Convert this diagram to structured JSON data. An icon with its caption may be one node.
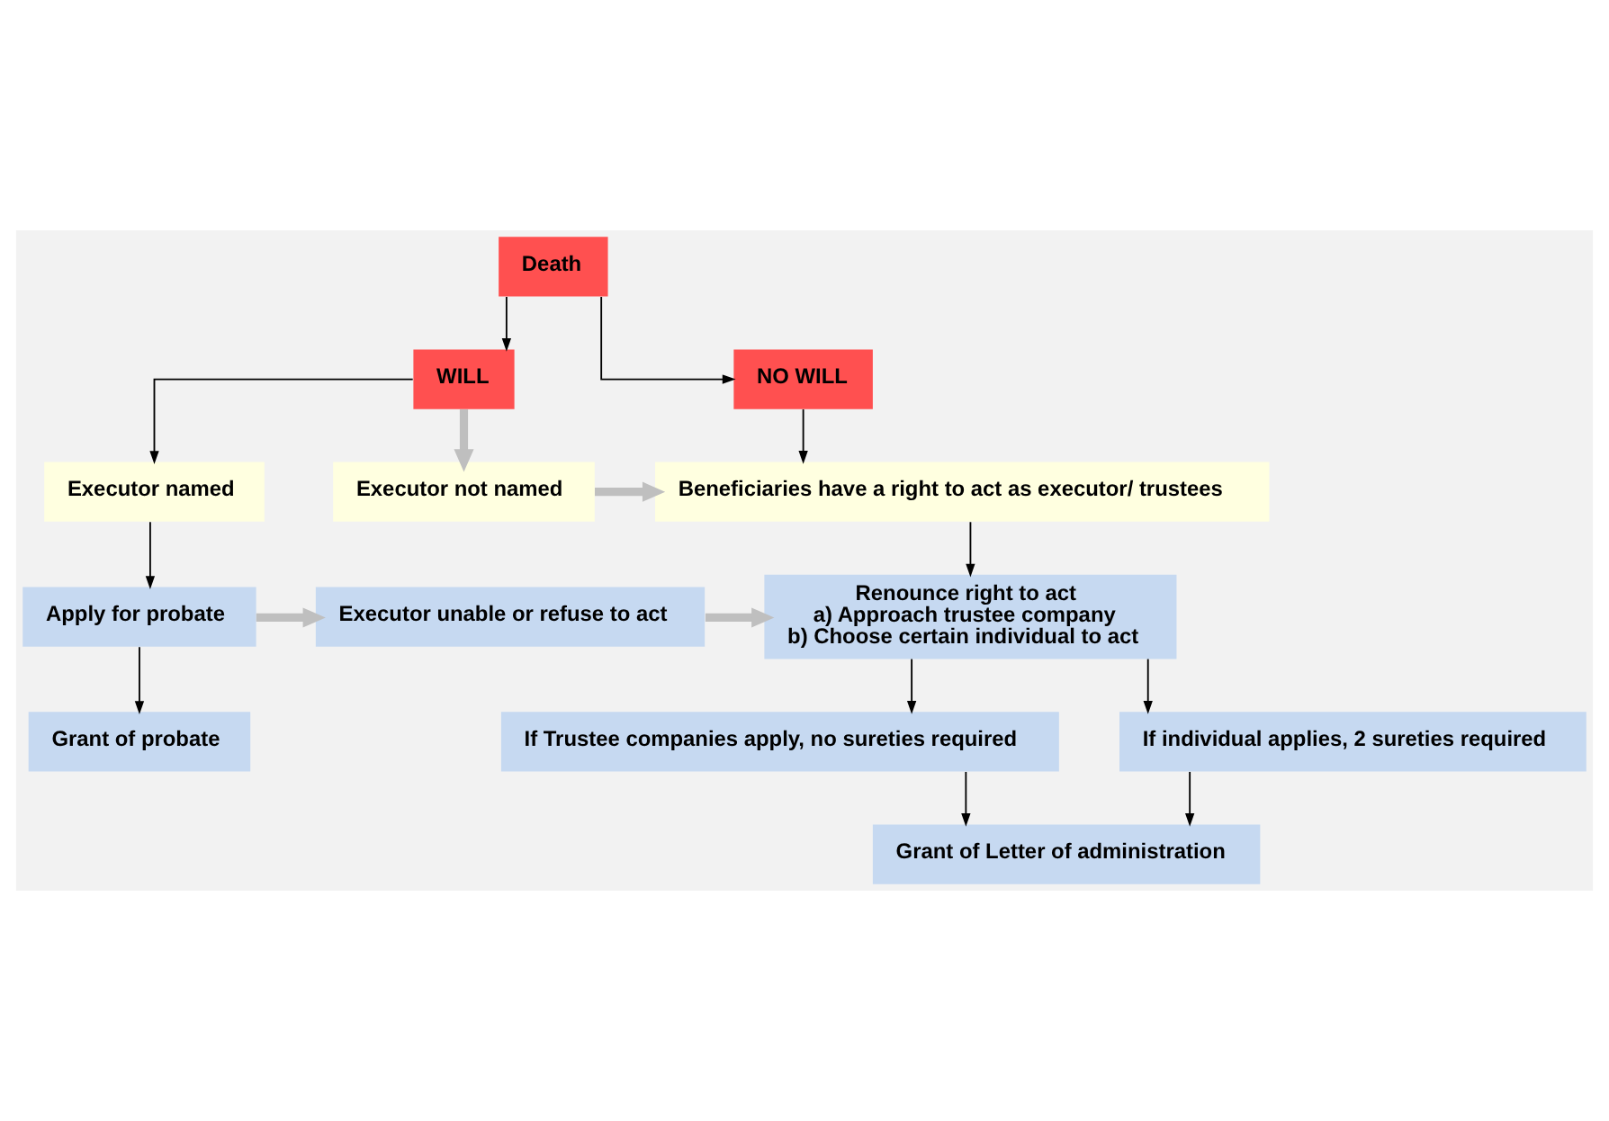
{
  "diagram": {
    "nodes": [
      {
        "text": [
          "Death"
        ]
      },
      {
        "text": [
          "WILL"
        ]
      },
      {
        "text": [
          "NO WILL"
        ]
      },
      {
        "text": [
          "Executor named"
        ]
      },
      {
        "text": [
          "Executor not named"
        ]
      },
      {
        "text": [
          "Beneficiaries have a right to act as executor/ trustees"
        ]
      },
      {
        "text": [
          "Apply for probate"
        ]
      },
      {
        "text": [
          "Executor unable or refuse to act"
        ]
      },
      {
        "text": [
          "Renounce right to act",
          "a) Approach trustee company",
          "b) Choose certain individual to act"
        ]
      },
      {
        "text": [
          "Grant of probate"
        ]
      },
      {
        "text": [
          "If Trustee companies apply, no sureties required"
        ]
      },
      {
        "text": [
          "If individual applies, 2 sureties required"
        ]
      },
      {
        "text": [
          "Grant of Letter of administration"
        ]
      }
    ],
    "edges": [
      {
        "from": 0,
        "to": 1,
        "arrow": "to"
      },
      {
        "from": 0,
        "to": 2,
        "arrow": "to"
      },
      {
        "from": 1,
        "to": 3,
        "arrow": "to"
      },
      {
        "from": 1,
        "to": 4,
        "arrow": "to",
        "style": "thick",
        "color": "#bfbfbf"
      },
      {
        "from": 2,
        "to": 5,
        "arrow": "to"
      },
      {
        "from": 4,
        "to": 5,
        "arrow": "to",
        "style": "thick",
        "color": "#bfbfbf"
      },
      {
        "from": 3,
        "to": 6,
        "arrow": "to"
      },
      {
        "from": 6,
        "to": 7,
        "arrow": "to",
        "style": "thick",
        "color": "#bfbfbf"
      },
      {
        "from": 5,
        "to": 8,
        "arrow": "to"
      },
      {
        "from": 7,
        "to": 8,
        "arrow": "to",
        "style": "thick",
        "color": "#bfbfbf"
      },
      {
        "from": 6,
        "to": 9,
        "arrow": "to"
      },
      {
        "from": 8,
        "to": 10,
        "arrow": "to"
      },
      {
        "from": 8,
        "to": 11,
        "arrow": "to"
      },
      {
        "from": 10,
        "to": 12,
        "arrow": "to"
      },
      {
        "from": 11,
        "to": 12,
        "arrow": "to"
      }
    ]
  }
}
